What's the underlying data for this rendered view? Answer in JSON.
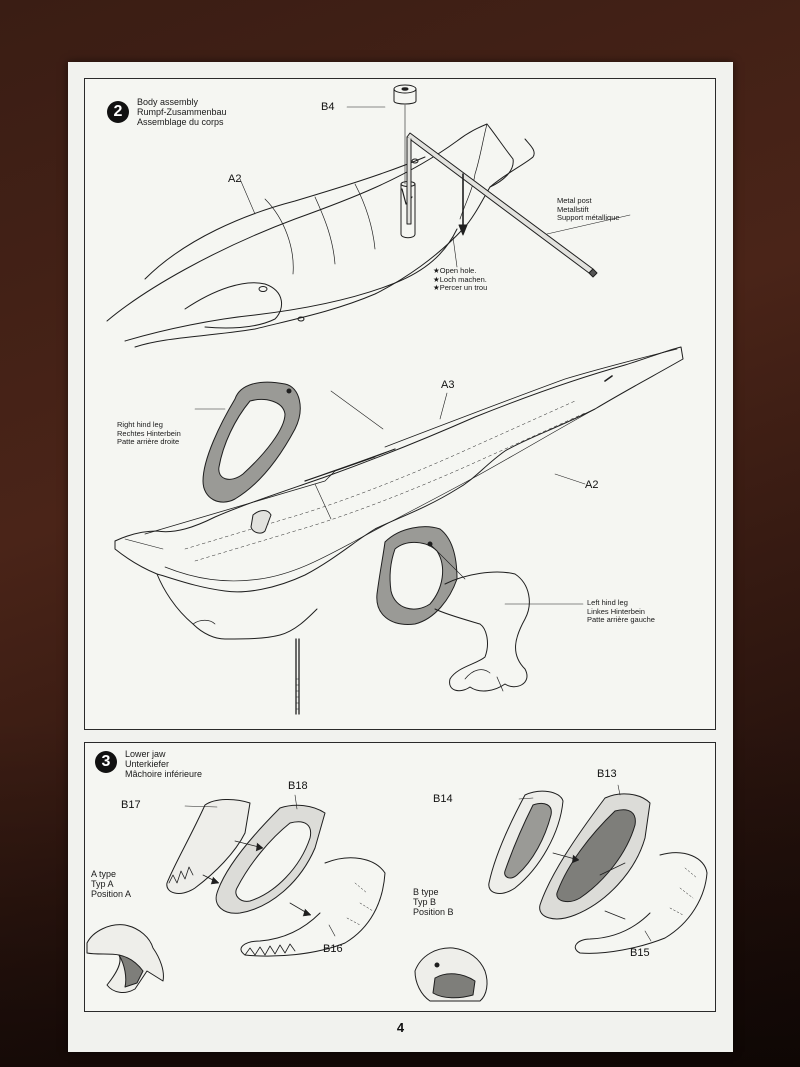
{
  "step2": {
    "number": "2",
    "title": [
      "Body assembly",
      "Rumpf-Zusammenbau",
      "Assemblage du corps"
    ],
    "parts": {
      "b4": "B4",
      "a2_top": "A2",
      "a3": "A3",
      "a2_bottom": "A2"
    },
    "metal_post": [
      "Metal post",
      "Metallstift",
      "Support métallique"
    ],
    "open_hole": [
      "★Open hole.",
      "★Loch machen.",
      "★Percer un trou"
    ],
    "right_leg": [
      "Right hind leg",
      "Rechtes Hinterbein",
      "Patte arrière droite"
    ],
    "left_leg": [
      "Left hind leg",
      "Linkes Hinterbein",
      "Patte arrière gauche"
    ]
  },
  "step3": {
    "number": "3",
    "title": [
      "Lower jaw",
      "Unterkiefer",
      "Mâchoire inférieure"
    ],
    "parts": {
      "b17": "B17",
      "b18": "B18",
      "b16": "B16",
      "b14": "B14",
      "b13": "B13",
      "b15": "B15"
    },
    "type_a": [
      "A type",
      "Typ A",
      "Position A"
    ],
    "type_b": [
      "B type",
      "Typ B",
      "Position B"
    ]
  },
  "page_number": "4",
  "colors": {
    "paper": "#f1f2ee",
    "ink": "#1a1a1a",
    "shade": "#8d8d8d",
    "table": "#3a1d14"
  }
}
